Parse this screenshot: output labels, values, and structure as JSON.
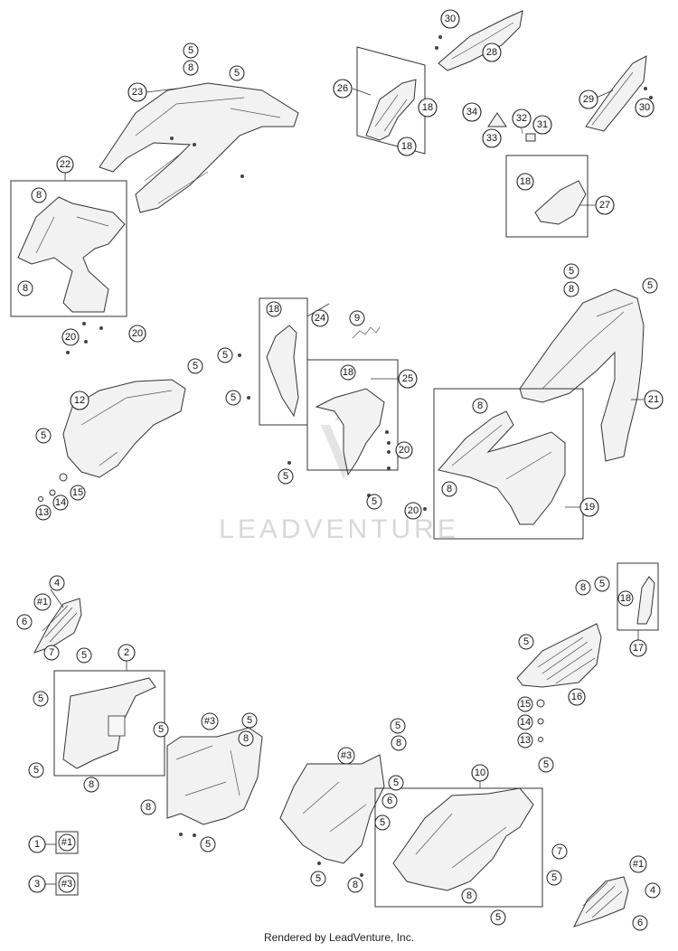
{
  "watermark": "LEADVENTURE",
  "footer": "Rendered by LeadVenture, Inc.",
  "callouts": {
    "c30a": "30",
    "c28": "28",
    "c26": "26",
    "c18a": "18",
    "c18b": "18",
    "c34": "34",
    "c32": "32",
    "c31": "31",
    "c33": "33",
    "c29": "29",
    "c30b": "30",
    "c27": "27",
    "c18c": "18",
    "c5a": "5",
    "c8a": "8",
    "c5b": "5",
    "c23": "23",
    "c22": "22",
    "c8b": "8",
    "c8c": "8",
    "c20a": "20",
    "c20b": "20",
    "c5c": "5",
    "c8d": "8",
    "c5d": "5",
    "c21": "21",
    "c18d": "18",
    "c24": "24",
    "c9": "9",
    "c5e": "5",
    "c5f": "5",
    "c18e": "18",
    "c25": "25",
    "c5g": "5",
    "c5h": "5",
    "c8e": "8",
    "c20c": "20",
    "c8f": "8",
    "c20d": "20",
    "c19": "19",
    "c12": "12",
    "c5i": "5",
    "c5j": "5",
    "c15a": "15",
    "c14a": "14",
    "c13a": "13",
    "c4a": "4",
    "c1ref": "#1",
    "c6a": "6",
    "c7a": "7",
    "c5k": "5",
    "c2": "2",
    "c5l": "5",
    "c5m": "5",
    "c8g": "8",
    "c5n": "5",
    "c3ref1": "#3",
    "c5o": "5",
    "c8h": "8",
    "c5p": "5",
    "c8i": "8",
    "c5q": "5",
    "c5r": "5",
    "c8j": "8",
    "c3ref2": "#3",
    "c5s": "5",
    "c6b": "6",
    "c5t": "5",
    "c5u": "5",
    "c8k": "8",
    "c5v": "5",
    "c10": "10",
    "c5w": "5",
    "c7b": "7",
    "c5x": "5",
    "c8l": "8",
    "c5y": "5",
    "c1": "1",
    "c1box": "#1",
    "c3": "3",
    "c3box": "#3",
    "c8m": "8",
    "c5z": "5",
    "c18f": "18",
    "c17": "17",
    "c5aa": "5",
    "c16": "16",
    "c15b": "15",
    "c14b": "14",
    "c13b": "13",
    "c1ref2": "#1",
    "c4b": "4",
    "c6c": "6"
  }
}
